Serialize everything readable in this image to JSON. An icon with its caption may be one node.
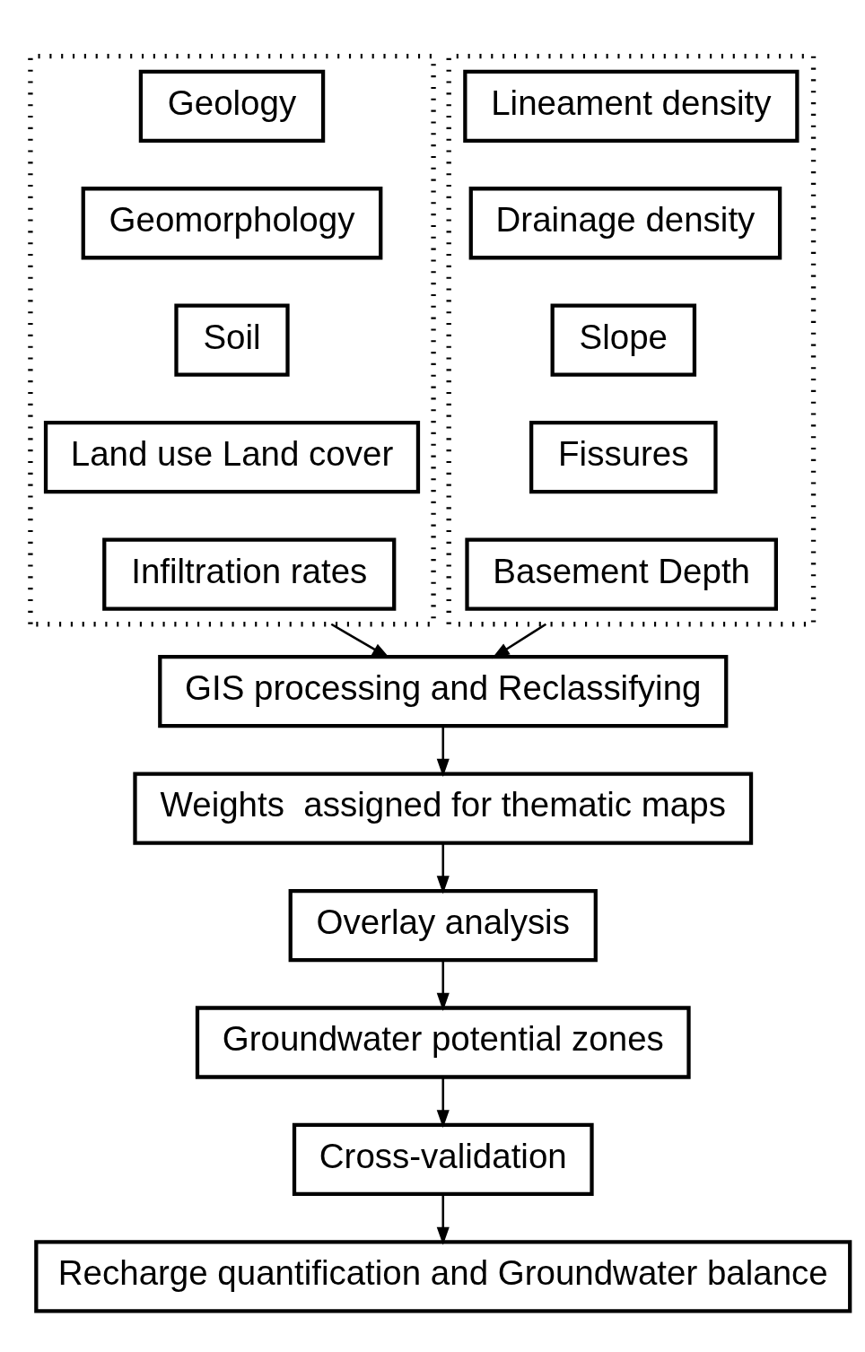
{
  "diagram": {
    "nodes": [
      {
        "text": [],
        "shape": "box"
      },
      {
        "text": [
          "Geology"
        ],
        "in": 0
      },
      {
        "text": [
          "Geomorphology"
        ],
        "in": 0
      },
      {
        "text": [
          "Soil"
        ],
        "in": 0
      },
      {
        "text": [
          "Land use Land cover"
        ],
        "in": 0
      },
      {
        "text": [
          "Infiltration rates"
        ],
        "in": 0
      },
      {
        "text": [],
        "shape": "box"
      },
      {
        "text": [
          "Lineament density"
        ],
        "in": 6
      },
      {
        "text": [
          "Drainage density"
        ],
        "in": 6
      },
      {
        "text": [
          "Slope"
        ],
        "in": 6
      },
      {
        "text": [
          "Fissures"
        ],
        "in": 6
      },
      {
        "text": [
          "Basement Depth"
        ],
        "in": 6
      },
      {
        "text": [
          "GIS processing and Reclassifying"
        ]
      },
      {
        "text": [
          "Weights  assigned for thematic maps"
        ]
      },
      {
        "text": [
          "Overlay analysis"
        ]
      },
      {
        "text": [
          "Groundwater potential zones"
        ]
      },
      {
        "text": [
          "Cross-validation"
        ]
      },
      {
        "text": [
          "Recharge quantification and Groundwater balance"
        ]
      }
    ],
    "edges": [
      {
        "from": 0,
        "to": 12,
        "arrow": "to"
      },
      {
        "from": 6,
        "to": 12,
        "arrow": "to"
      },
      {
        "from": 12,
        "to": 13,
        "arrow": "to"
      },
      {
        "from": 13,
        "to": 14,
        "arrow": "to"
      },
      {
        "from": 14,
        "to": 15,
        "arrow": "to"
      },
      {
        "from": 15,
        "to": 16,
        "arrow": "to"
      },
      {
        "from": 16,
        "to": 17,
        "arrow": "to"
      }
    ]
  }
}
